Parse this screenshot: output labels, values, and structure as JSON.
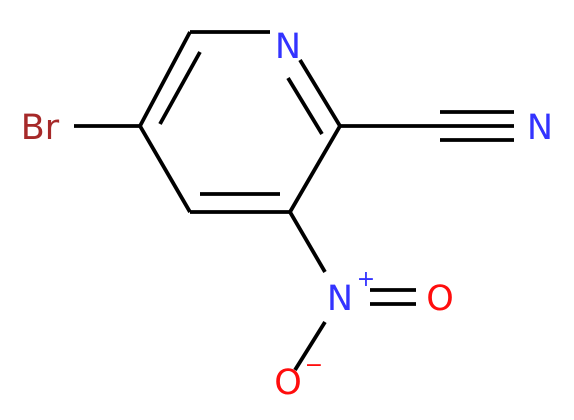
{
  "molecule": {
    "atoms": {
      "ring_n": {
        "label": "N",
        "color": "#3333ff"
      },
      "bromine": {
        "label": "Br",
        "color": "#a62929"
      },
      "nitrile_n": {
        "label": "N",
        "color": "#3333ff"
      },
      "nitro_n": {
        "label": "N",
        "color": "#3333ff",
        "charge": "+"
      },
      "nitro_o_double": {
        "label": "O",
        "color": "#ff0d0d"
      },
      "nitro_o_single": {
        "label": "O",
        "color": "#ff0d0d",
        "charge": "−"
      }
    },
    "bond_color": "#000000"
  }
}
